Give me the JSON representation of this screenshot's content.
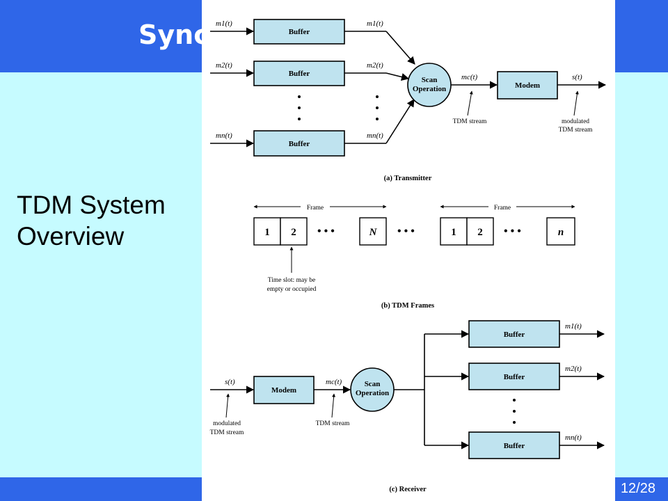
{
  "slide": {
    "title": "Sync",
    "body_lines": [
      "TDM System",
      "Overview"
    ],
    "page_number": "12/28"
  },
  "figure": {
    "transmitter": {
      "caption": "(a) Transmitter",
      "buffers": [
        {
          "label": "Buffer",
          "in": "m1(t)",
          "out": "m1(t)"
        },
        {
          "label": "Buffer",
          "in": "m2(t)",
          "out": "m2(t)"
        },
        {
          "label": "Buffer",
          "in": "mn(t)",
          "out": "mn(t)"
        }
      ],
      "scan_line1": "Scan",
      "scan_line2": "Operation",
      "mc_label": "mc(t)",
      "modem": "Modem",
      "output": "s(t)",
      "tdm_stream": "TDM stream",
      "modulated_line1": "modulated",
      "modulated_line2": "TDM stream"
    },
    "frames": {
      "caption": "(b) TDM Frames",
      "frame_label_1": "Frame",
      "frame_label_2": "Frame",
      "slots_frame1": [
        "1",
        "2",
        "N"
      ],
      "slots_frame2": [
        "1",
        "2",
        "n"
      ],
      "timeslot_line1": "Time slot: may be",
      "timeslot_line2": "empty or occupied"
    },
    "receiver": {
      "caption": "(c) Receiver",
      "input": "s(t)",
      "modem": "Modem",
      "mc_label": "mc(t)",
      "scan_line1": "Scan",
      "scan_line2": "Operation",
      "modulated_line1": "modulated",
      "modulated_line2": "TDM stream",
      "tdm_stream": "TDM stream",
      "buffers": [
        {
          "label": "Buffer",
          "out": "m1(t)"
        },
        {
          "label": "Buffer",
          "out": "m2(t)"
        },
        {
          "label": "Buffer",
          "out": "mn(t)"
        }
      ]
    }
  }
}
